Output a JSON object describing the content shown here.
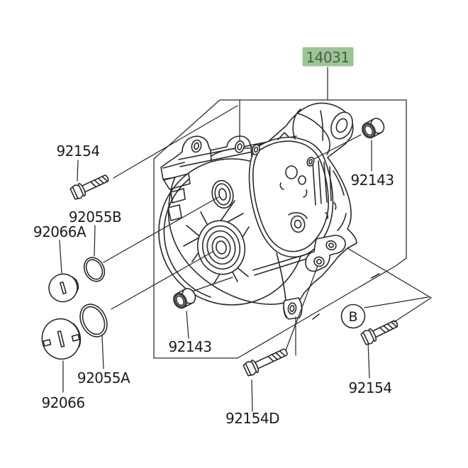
{
  "diagram": {
    "type": "exploded-parts-diagram",
    "background": "#ffffff",
    "line_color": "#2a2a2a",
    "label_text_color": "#1c1c1c"
  },
  "highlighted_part": {
    "number": "14031",
    "highlight_color": "#9cc595",
    "text_color": "#4d5c50"
  },
  "labels": {
    "p14031": "14031",
    "p92154_tl": "92154",
    "p92055B": "92055B",
    "p92066A": "92066A",
    "p92055A": "92055A",
    "p92066": "92066",
    "p92143_b": "92143",
    "p92154D": "92154D",
    "p92143_tr": "92143",
    "p92154_br": "92154",
    "detail_b": "B"
  }
}
